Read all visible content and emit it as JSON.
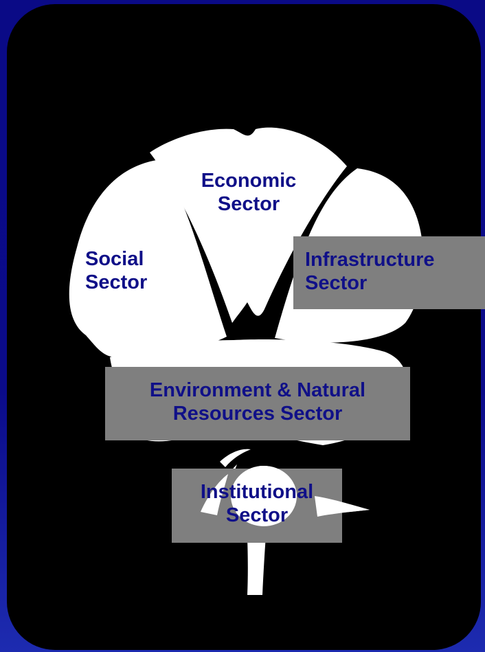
{
  "sectors": {
    "economic": {
      "line1": "Economic",
      "line2": "Sector"
    },
    "social": {
      "line1": "Social",
      "line2": "Sector"
    },
    "infrastructure": {
      "line1": "Infrastructure",
      "line2": "Sector"
    },
    "environment": {
      "line1": "Environment & Natural",
      "line2": "Resources Sector"
    },
    "institutional": {
      "line1": "Institutional",
      "line2": "Sector"
    }
  },
  "colors": {
    "background": "#0a0a86",
    "frame": "#000000",
    "petal": "#ffffff",
    "label_box": "#7f7f7f",
    "label_text": "#101088"
  }
}
